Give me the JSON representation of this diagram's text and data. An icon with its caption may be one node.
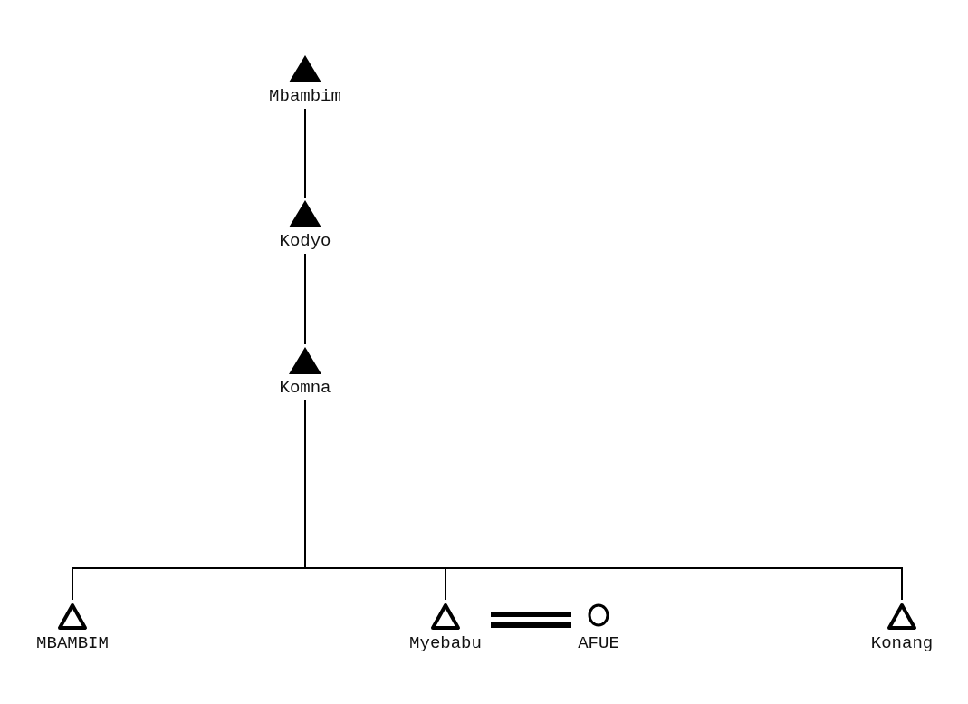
{
  "diagram": {
    "nodes": [
      {
        "text": [],
        "shape": "filled-triangle",
        "beside": [
          "Mbambim"
        ]
      },
      {
        "text": [],
        "shape": "filled-triangle",
        "beside": [
          "Kodyo"
        ]
      },
      {
        "text": [],
        "shape": "filled-triangle",
        "beside": [
          "Komna"
        ]
      },
      {
        "text": [],
        "shape": "triangle",
        "beside": [
          "MBAMBIM"
        ]
      },
      {
        "text": [],
        "shape": "triangle",
        "beside": [
          "Myebabu"
        ]
      },
      {
        "text": [],
        "shape": "circle",
        "beside": [
          "AFUE"
        ]
      },
      {
        "text": [],
        "shape": "triangle",
        "beside": [
          "Konang"
        ]
      }
    ],
    "edges": [
      {
        "from": 0,
        "to": 1,
        "arrow": "none"
      },
      {
        "from": 1,
        "to": 2,
        "arrow": "none"
      },
      {
        "from": 2,
        "to": 3,
        "arrow": "none"
      },
      {
        "from": 2,
        "to": 4,
        "arrow": "none"
      },
      {
        "from": 2,
        "to": 6,
        "arrow": "none"
      },
      {
        "from": 4,
        "to": 5,
        "arrow": "none",
        "style": "thick"
      }
    ]
  }
}
